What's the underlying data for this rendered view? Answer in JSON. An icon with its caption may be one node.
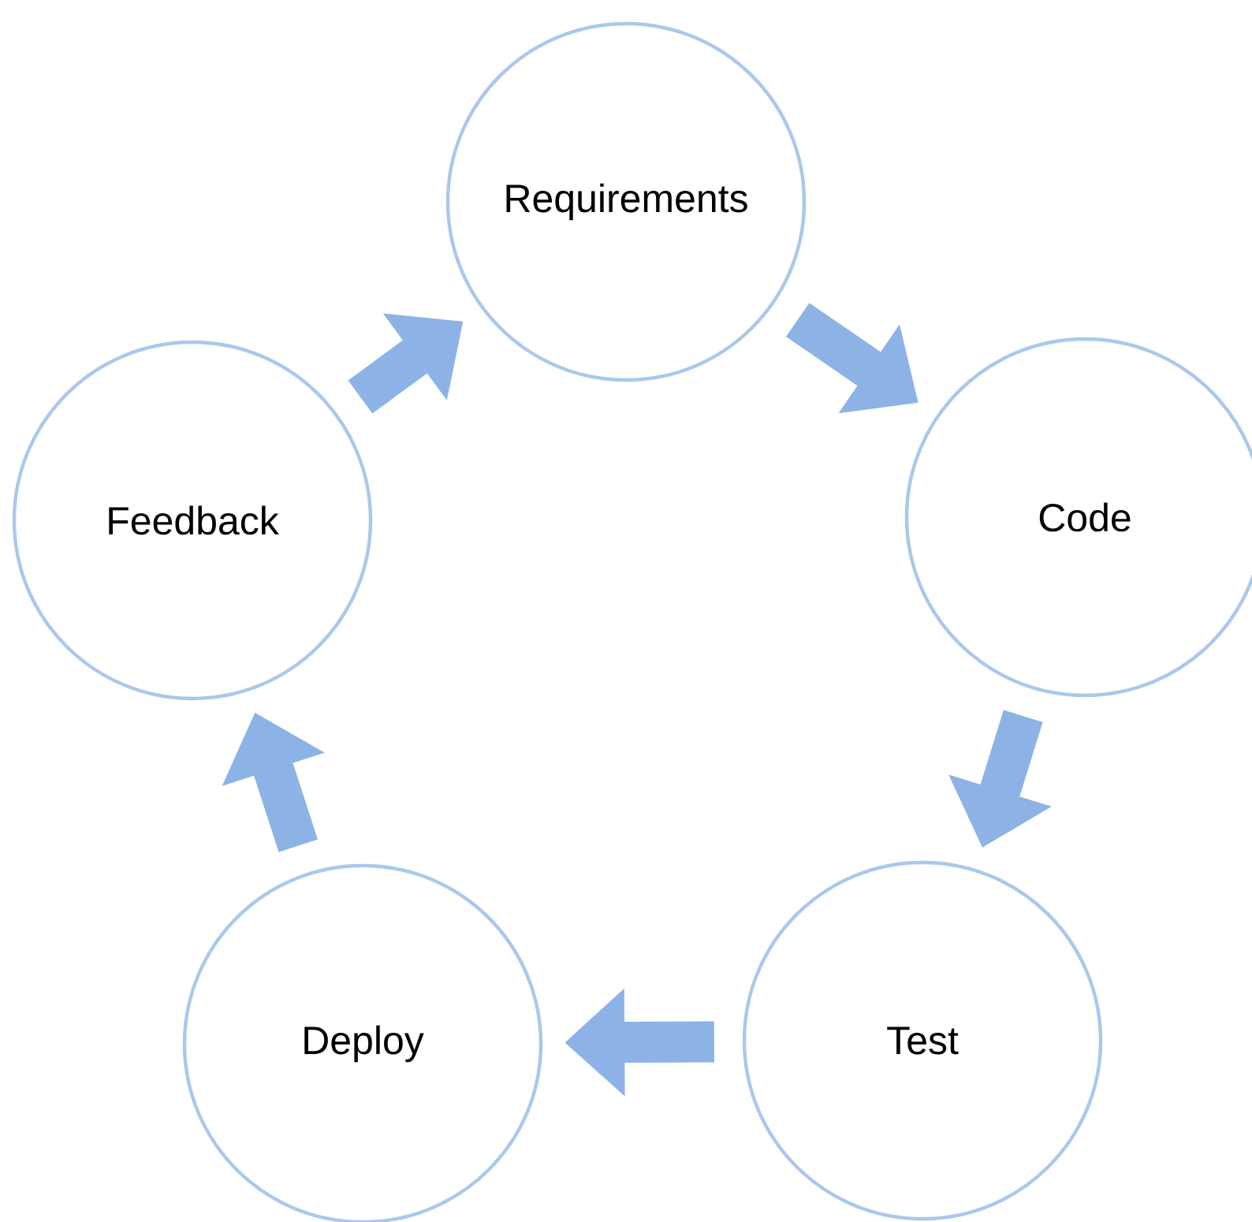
{
  "diagram": {
    "nodes": [
      {
        "text": [
          "Requirements"
        ]
      },
      {
        "text": [
          "Code"
        ]
      },
      {
        "text": [
          "Test"
        ]
      },
      {
        "text": [
          "Deploy"
        ]
      },
      {
        "text": [
          "Feedback"
        ]
      }
    ],
    "edges": [
      {
        "from": 0,
        "to": 1,
        "arrow": "to"
      },
      {
        "from": 1,
        "to": 2,
        "arrow": "to"
      },
      {
        "from": 2,
        "to": 3,
        "arrow": "to"
      },
      {
        "from": 3,
        "to": 4,
        "arrow": "to"
      },
      {
        "from": 4,
        "to": 0,
        "arrow": "to"
      }
    ]
  }
}
